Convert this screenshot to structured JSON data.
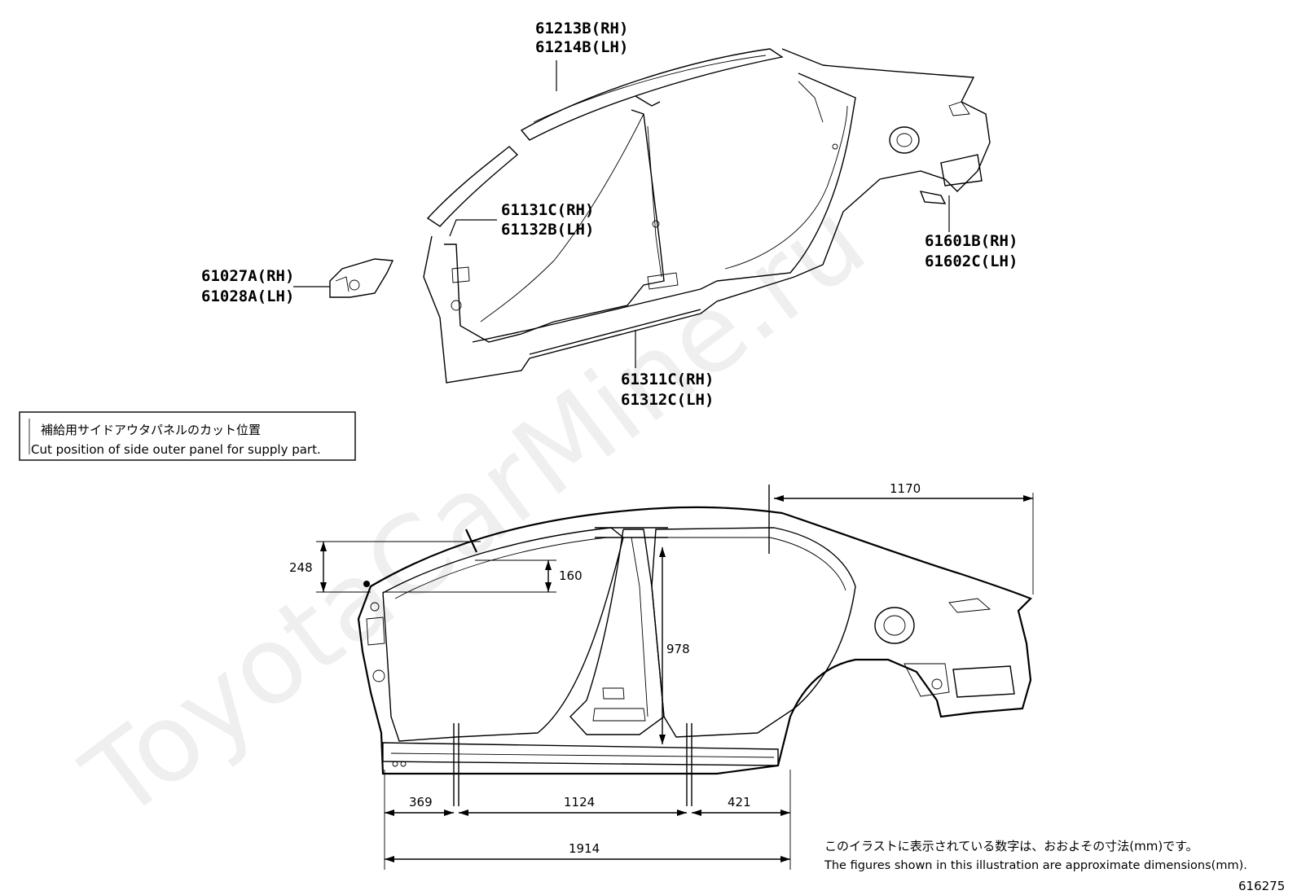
{
  "watermark": "ToyotaCarMine.ru",
  "parts": [
    {
      "id": "roof-side-rail",
      "rh": "61213B(RH)",
      "lh": "61214B(LH)"
    },
    {
      "id": "front-pillar",
      "rh": "61131C(RH)",
      "lh": "61132B(LH)"
    },
    {
      "id": "cowl-bracket",
      "rh": "61027A(RH)",
      "lh": "61028A(LH)"
    },
    {
      "id": "quarter-panel",
      "rh": "61601B(RH)",
      "lh": "61602C(LH)"
    },
    {
      "id": "rocker-panel",
      "rh": "61311C(RH)",
      "lh": "61312C(LH)"
    }
  ],
  "legend": {
    "jp": "補給用サイドアウタパネルのカット位置",
    "en": "Cut position of side outer panel for supply part."
  },
  "dimensions": {
    "d1170": "1170",
    "d248": "248",
    "d160": "160",
    "d978": "978",
    "d369": "369",
    "d1124": "1124",
    "d421": "421",
    "d1914": "1914"
  },
  "note": {
    "jp": "このイラストに表示されている数字は、おおよその寸法(mm)です。",
    "en": "The figures shown in this illustration are approximate dimensions(mm)."
  },
  "figure_id": "616275"
}
